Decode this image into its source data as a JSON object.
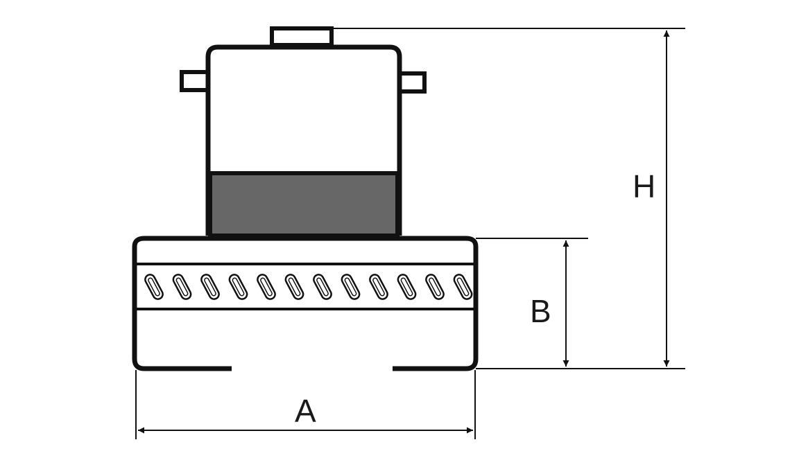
{
  "diagram": {
    "labels": {
      "width": "A",
      "base_height": "B",
      "total_height": "H"
    },
    "colors": {
      "line": "#111111",
      "band_fill": "#676767",
      "background": "#ffffff"
    },
    "base_vent_slot_count": 12
  }
}
